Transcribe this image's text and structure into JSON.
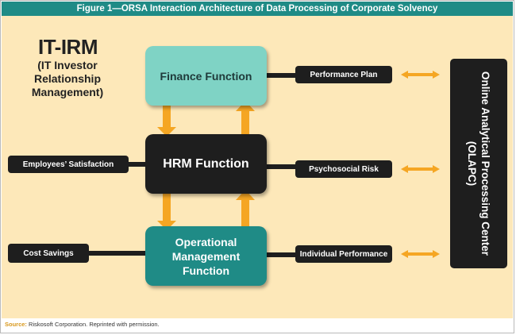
{
  "title": "Figure 1—ORSA Interaction Architecture of Data Processing of Corporate Solvency",
  "it_irm": {
    "heading": "IT-IRM",
    "subtitle": "(IT Investor Relationship Management)"
  },
  "functions": {
    "finance": "Finance Function",
    "hrm": "HRM Function",
    "operational": "Operational Management Function"
  },
  "left_outputs": {
    "employees": "Employees’ Satisfaction",
    "cost": "Cost Savings"
  },
  "right_outputs": {
    "performance_plan": "Performance Plan",
    "psychosocial": "Psychosocial Risk",
    "individual": "Individual Performance"
  },
  "olapc": "Online Analytical Processing Center (OLAPC)",
  "footer": {
    "label": "Source:",
    "text": "Riskosoft Corporation. Reprinted with permission."
  },
  "colors": {
    "teal": "#1f8b86",
    "light_teal": "#7fd3c5",
    "background": "#fde8b9",
    "arrow": "#f5a623",
    "dark": "#1e1e1e"
  }
}
